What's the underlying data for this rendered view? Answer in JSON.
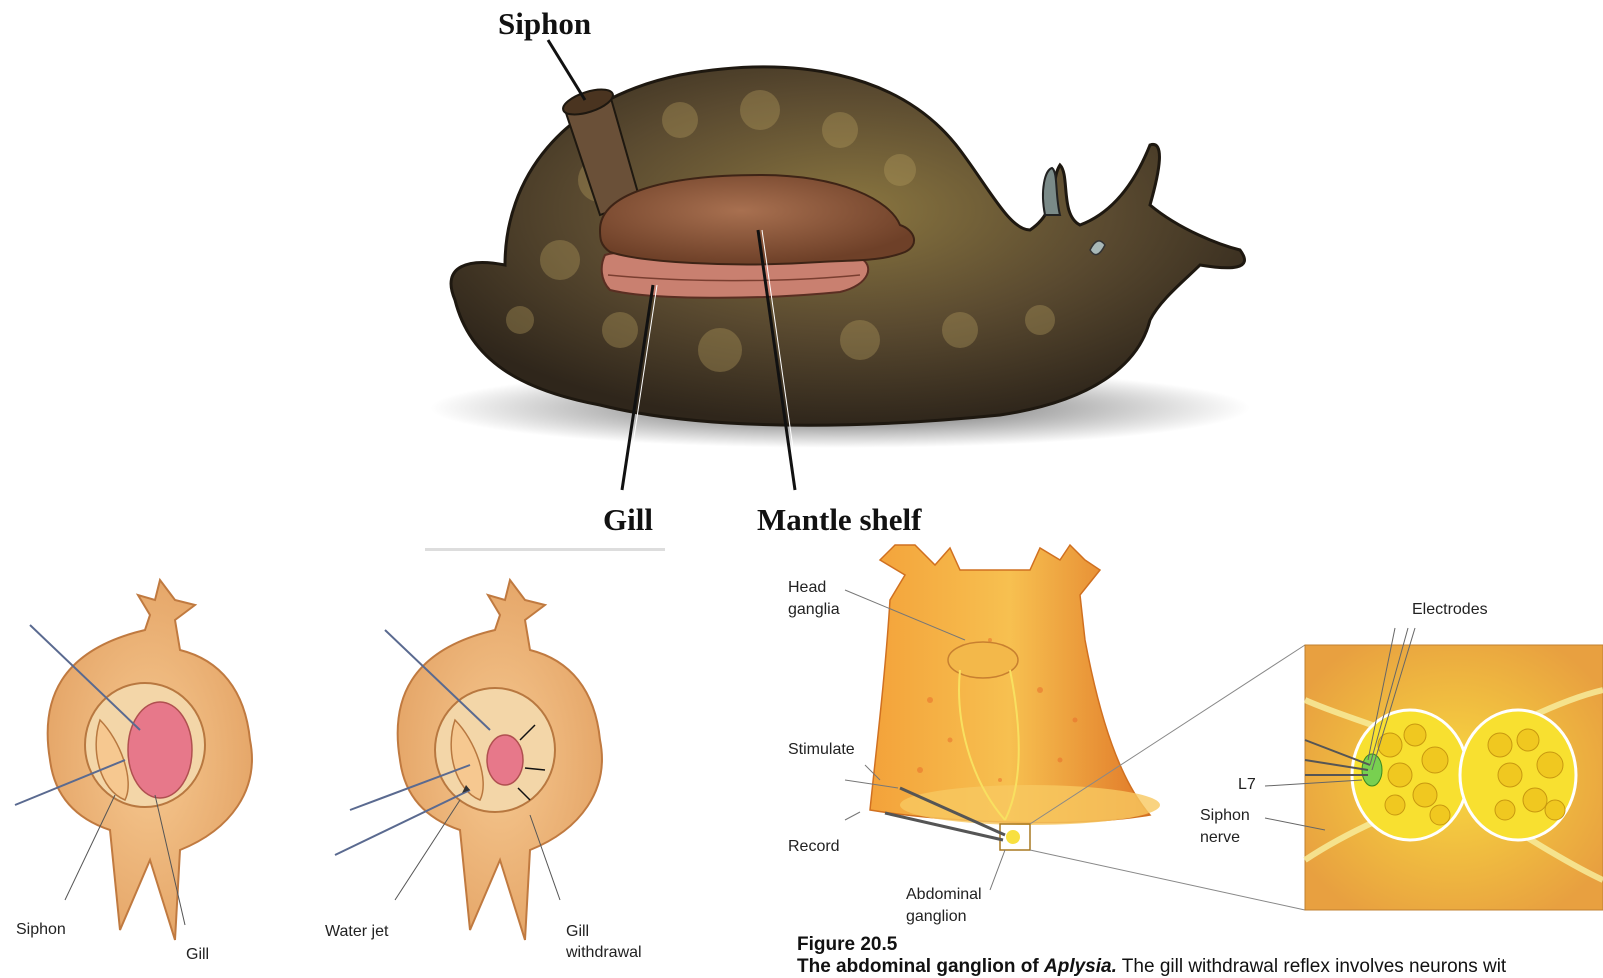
{
  "top_figure": {
    "labels": {
      "siphon": "Siphon",
      "gill": "Gill",
      "mantle_shelf": "Mantle shelf"
    }
  },
  "bottom_left_panels": {
    "panel_a": {
      "siphon": "Siphon",
      "gill": "Gill"
    },
    "panel_b": {
      "water_jet": "Water jet",
      "gill_withdrawal_1": "Gill",
      "gill_withdrawal_2": "withdrawal"
    }
  },
  "ganglion_figure": {
    "labels": {
      "head_ganglia_1": "Head",
      "head_ganglia_2": "ganglia",
      "stimulate": "Stimulate",
      "record": "Record",
      "abdominal_1": "Abdominal",
      "abdominal_2": "ganglion",
      "electrodes": "Electrodes",
      "l7": "L7",
      "siphon_nerve_1": "Siphon",
      "siphon_nerve_2": "nerve"
    },
    "caption": {
      "figure_number": "Figure 20.5",
      "lead_bold": "The abdominal ganglion of",
      "lead_italic": "Aplysia.",
      "text": " The gill withdrawal reflex involves neurons wit"
    }
  },
  "colors": {
    "body_dark": "#4a3d2c",
    "mantle": "#8a5a3c",
    "gill": "#c98070",
    "animal_orange": "#e8a860",
    "ganglion_yellow": "#f5d23a"
  }
}
